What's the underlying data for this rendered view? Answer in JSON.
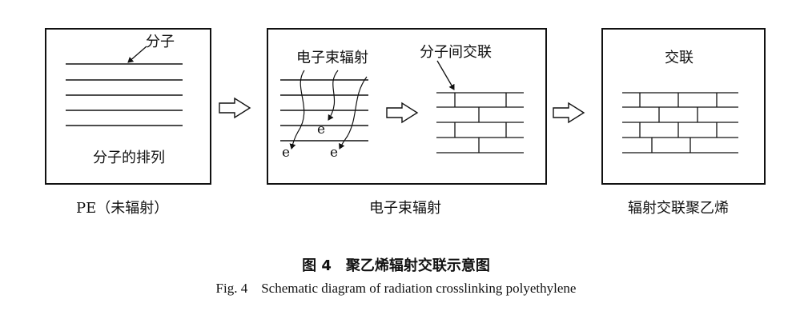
{
  "panels": {
    "pe": {
      "molecule_label": "分子",
      "arrangement_label": "分子的排列",
      "caption": "PE（未辐射）"
    },
    "irradiation": {
      "beam_label": "电子束辐射",
      "crosslink_label": "分子间交联",
      "electron_symbol": "e",
      "caption": "电子束辐射"
    },
    "crosslinked": {
      "label": "交联",
      "caption": "辐射交联聚乙烯"
    }
  },
  "figure_caption_zh": "图 4　聚乙烯辐射交联示意图",
  "figure_caption_en": "Fig. 4　Schematic diagram of radiation crosslinking polyethylene"
}
